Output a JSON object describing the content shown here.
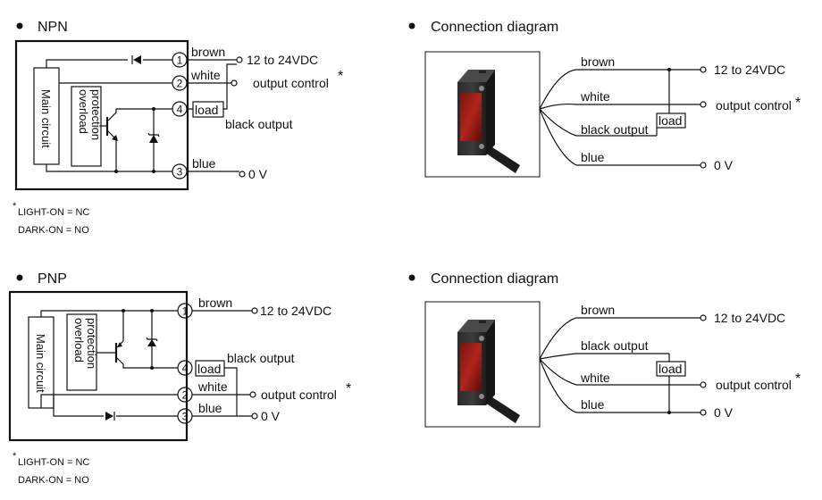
{
  "npn": {
    "title": "NPN",
    "main_circuit": "Main circuit",
    "overload": [
      "overload",
      "protection"
    ],
    "terminals": [
      "1",
      "2",
      "3",
      "4"
    ],
    "wires": {
      "brown": "brown",
      "white": "white",
      "blue": "blue"
    },
    "load": "load",
    "supply": "12 to 24VDC",
    "output_control": "output control",
    "black_output": "black output",
    "zero_v": "0 V",
    "asterisk": "*",
    "note_star": "*",
    "note1": "LIGHT-ON = NC",
    "note2": "DARK-ON = NO"
  },
  "npn_connection": {
    "title": "Connection diagram",
    "brown": "brown",
    "white": "white",
    "black_output": "black output",
    "blue": "blue",
    "load": "load",
    "supply": "12 to 24VDC",
    "output_control": "output control",
    "asterisk": "*",
    "zero_v": "0 V"
  },
  "pnp": {
    "title": "PNP",
    "main_circuit": "Main circuit",
    "overload": [
      "overload",
      "protection"
    ],
    "terminals": [
      "1",
      "2",
      "3",
      "4"
    ],
    "wires": {
      "brown": "brown",
      "white": "white",
      "blue": "blue"
    },
    "load": "load",
    "supply": "12 to 24VDC",
    "output_control": "output control",
    "black_output": "black output",
    "zero_v": "0 V",
    "asterisk": "*",
    "note_star": "*",
    "note1": "LIGHT-ON = NC",
    "note2": "DARK-ON = NO"
  },
  "pnp_connection": {
    "title": "Connection diagram",
    "brown": "brown",
    "black_output": "black output",
    "white": "white",
    "blue": "blue",
    "load": "load",
    "supply": "12 to 24VDC",
    "output_control": "output control",
    "asterisk": "*",
    "zero_v": "0 V"
  }
}
